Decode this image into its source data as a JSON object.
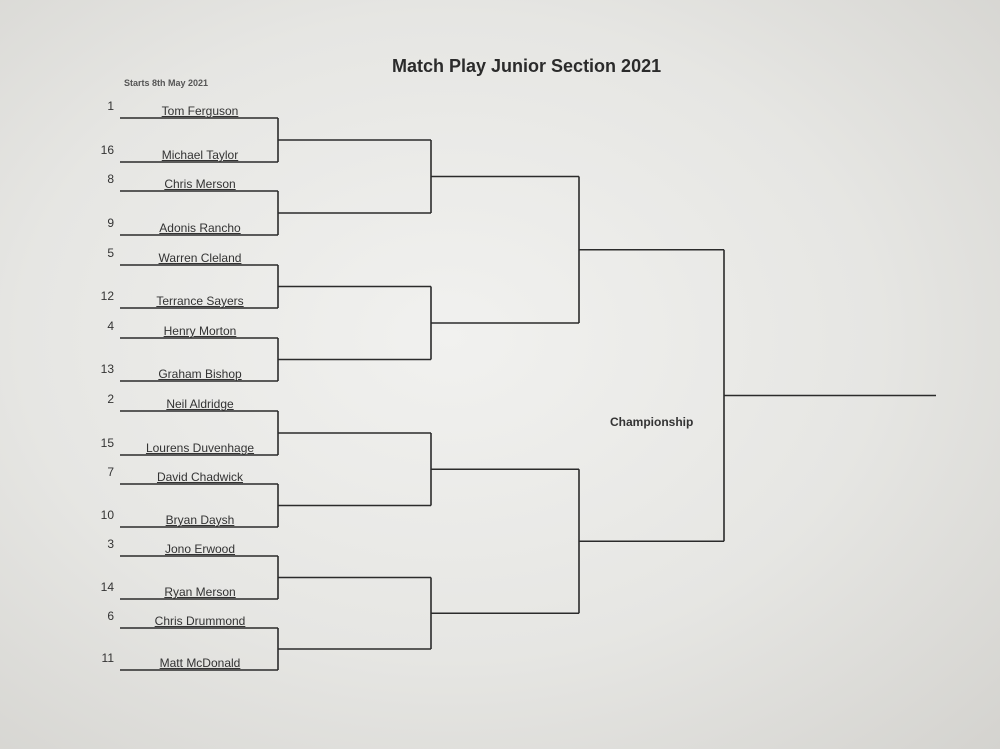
{
  "title": "Match Play Junior Section 2021",
  "start_date": "Starts 8th May 2021",
  "championship_label": "Championship",
  "players": [
    {
      "seed": "1",
      "name": "Tom Ferguson"
    },
    {
      "seed": "16",
      "name": "Michael Taylor"
    },
    {
      "seed": "8",
      "name": "Chris Merson"
    },
    {
      "seed": "9",
      "name": "Adonis Rancho"
    },
    {
      "seed": "5",
      "name": "Warren Cleland"
    },
    {
      "seed": "12",
      "name": "Terrance Sayers"
    },
    {
      "seed": "4",
      "name": "Henry Morton"
    },
    {
      "seed": "13",
      "name": "Graham Bishop"
    },
    {
      "seed": "2",
      "name": "Neil Aldridge"
    },
    {
      "seed": "15",
      "name": "Lourens Duvenhage"
    },
    {
      "seed": "7",
      "name": "David Chadwick"
    },
    {
      "seed": "10",
      "name": "Bryan Daysh"
    },
    {
      "seed": "3",
      "name": "Jono Erwood"
    },
    {
      "seed": "14",
      "name": "Ryan Merson"
    },
    {
      "seed": "6",
      "name": "Chris Drummond"
    },
    {
      "seed": "11",
      "name": "Matt McDonald"
    }
  ]
}
